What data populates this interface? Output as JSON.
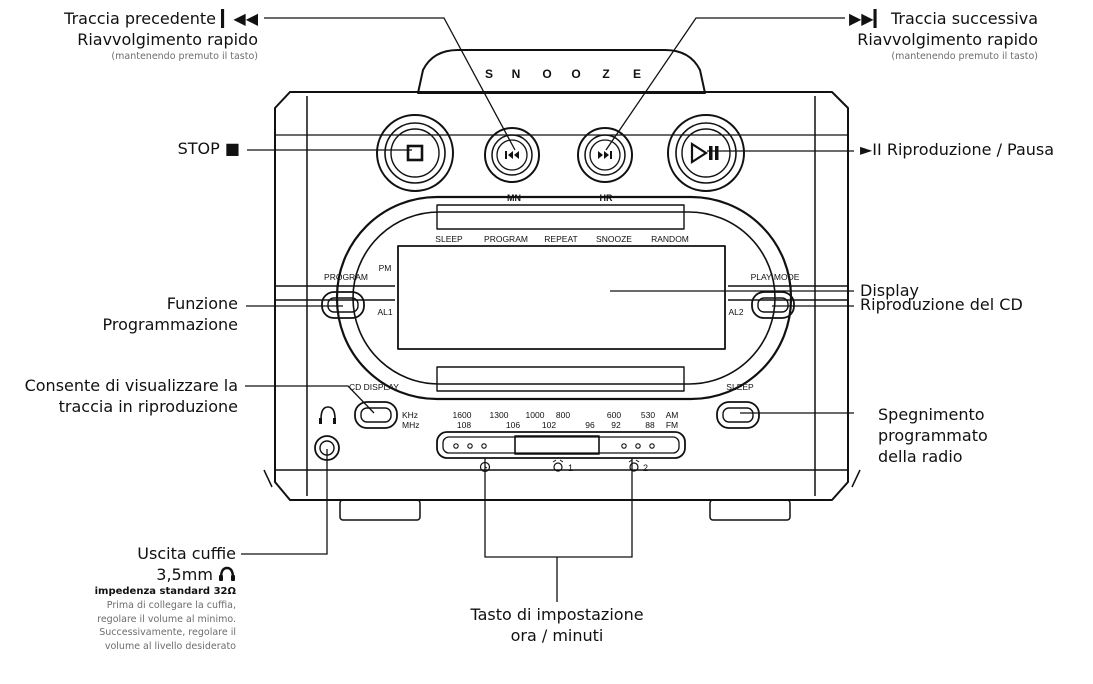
{
  "device": {
    "snooze_letters": [
      "S",
      "N",
      "O",
      "O",
      "Z",
      "E"
    ],
    "mn_label": "MN",
    "hr_label": "HR",
    "program_label": "PROGRAM",
    "play_mode_label": "PLAY MODE",
    "cd_display_label": "CD DISPLAY",
    "sleep_label": "SLEEP",
    "display_indicators": [
      "SLEEP",
      "PROGRAM",
      "REPEAT",
      "SNOOZE",
      "RANDOM"
    ],
    "pm_label": "PM",
    "al1_label": "AL1",
    "al2_label": "AL2",
    "dial": {
      "khz_label": "KHz",
      "mhz_label": "MHz",
      "am_label": "AM",
      "fm_label": "FM",
      "khz_values": [
        "1600",
        "1300",
        "1000",
        "800",
        "600",
        "530"
      ],
      "mhz_values": [
        "108",
        "106",
        "102",
        "96",
        "92",
        "88"
      ]
    },
    "alarm1_label": "1",
    "alarm2_label": "2"
  },
  "callouts": {
    "prev_track": {
      "line1": "Traccia precedente ▎◀◀",
      "line2": "Riavvolgimento rapido",
      "note": "(mantenendo premuto il tasto)"
    },
    "next_track": {
      "line1": "▶▶▎ Traccia successiva",
      "line2": "Riavvolgimento rapido",
      "note": "(mantenendo premuto il tasto)"
    },
    "stop": {
      "text": "STOP ■"
    },
    "play_pause": {
      "text": "►II Riproduzione / Pausa"
    },
    "program": {
      "line1": "Funzione",
      "line2": "Programmazione"
    },
    "play_mode": {
      "text": "Riproduzione del CD"
    },
    "display": {
      "text": "Display"
    },
    "cd_display": {
      "line1": "Consente di visualizzare la",
      "line2": "traccia in riproduzione"
    },
    "sleep": {
      "line1": "Spegnimento",
      "line2": "programmato",
      "line3": "della radio"
    },
    "headphones": {
      "line1": "Uscita cuffie",
      "line2": "3,5mm",
      "impedance": "impedenza standard 32Ω",
      "note1": "Prima di collegare la cuffia,",
      "note2": "regolare il volume al minimo.",
      "note3": "Successivamente, regolare il",
      "note4": "volume al livello desiderato"
    },
    "time_set": {
      "line1": "Tasto di impostazione",
      "line2": "ora / minuti"
    }
  }
}
